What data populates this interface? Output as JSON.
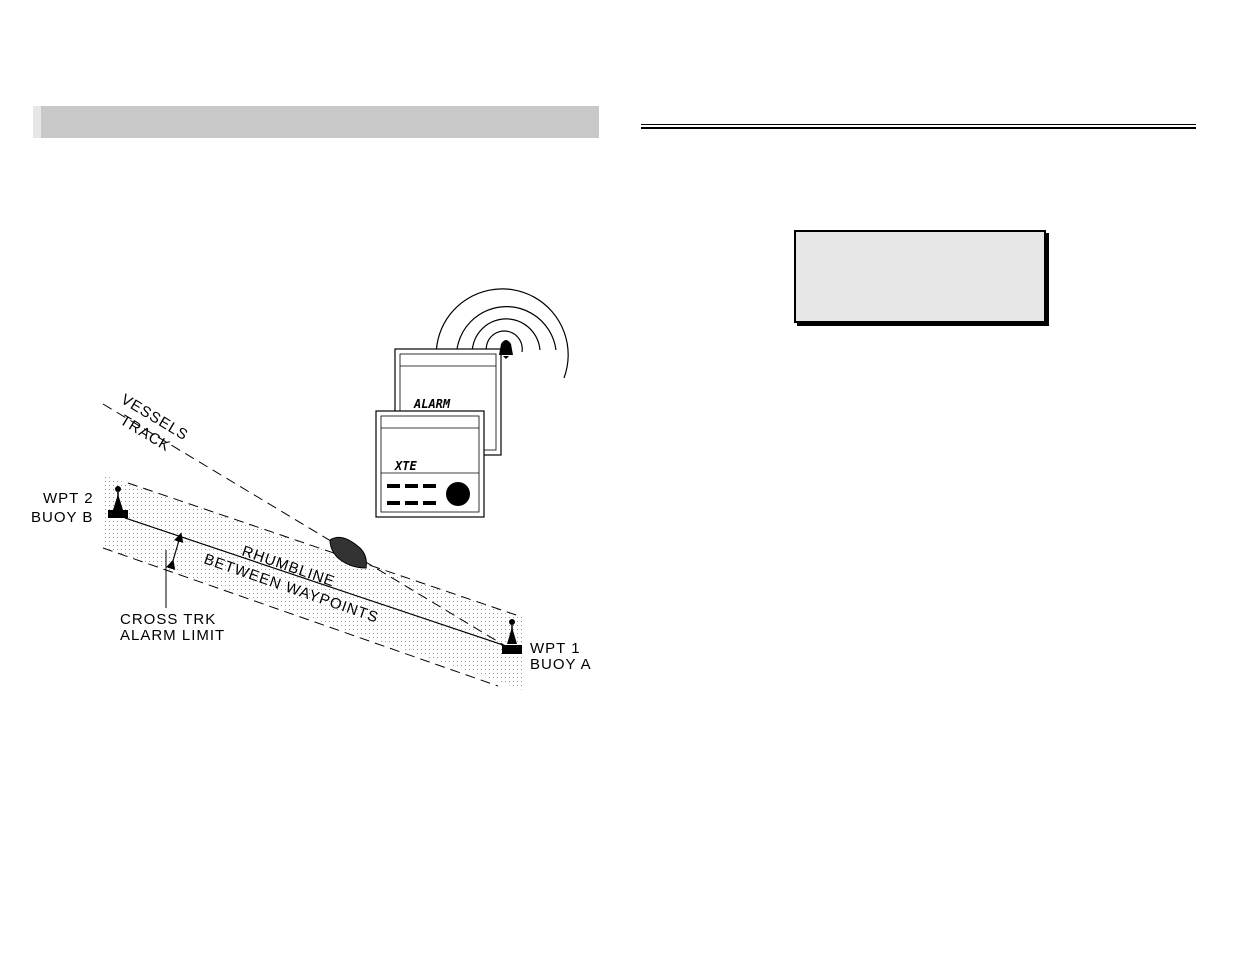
{
  "diagram": {
    "labels": {
      "vessels": "VESSELS",
      "track": "TRACK",
      "wpt2": "WPT 2",
      "buoy_b": "BUOY B",
      "wpt1": "WPT 1",
      "buoy_a": "BUOY A",
      "rhumbline": "RHUMBLINE",
      "between_waypoints": "BETWEEN WAYPOINTS",
      "cross_trk": "CROSS TRK",
      "alarm_limit": "ALARM LIMIT"
    },
    "display": {
      "back_screen": "ALARM",
      "front_screen": "XTE"
    }
  }
}
